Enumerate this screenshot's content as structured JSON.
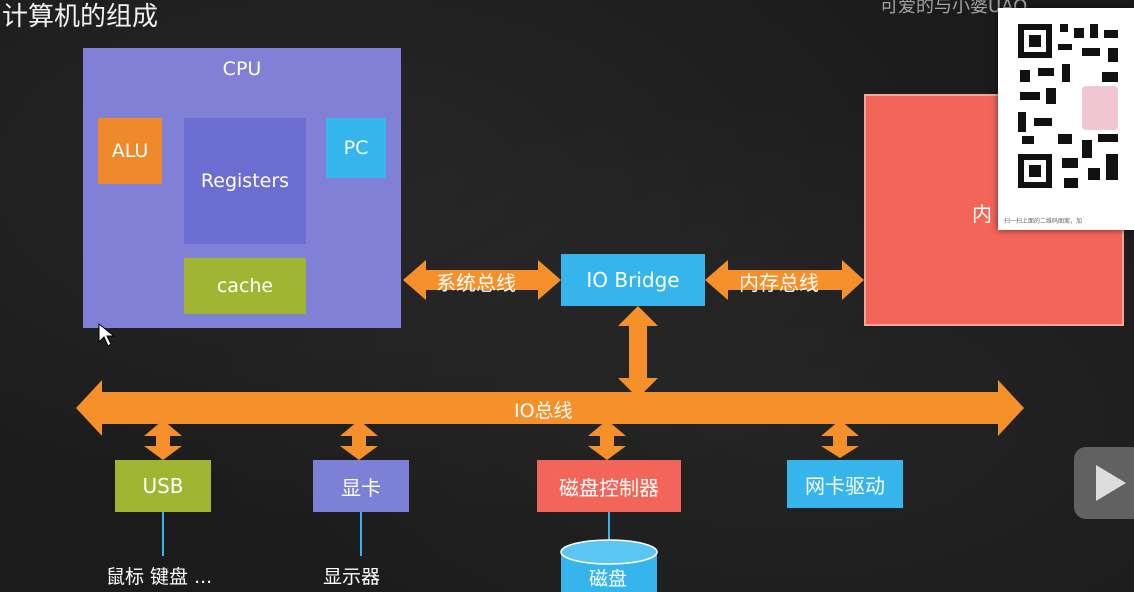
{
  "slide": {
    "title": "计算机的组成",
    "watermark": "可爱的与小婆UAO"
  },
  "cpu": {
    "label": "CPU",
    "alu": "ALU",
    "registers": "Registers",
    "pc": "PC",
    "cache": "cache"
  },
  "memory": {
    "label": "内"
  },
  "io_bridge": "IO Bridge",
  "buses": {
    "system": "系统总线",
    "memory": "内存总线",
    "io": "IO总线"
  },
  "devices": {
    "usb": "USB",
    "gpu": "显卡",
    "disk_controller": "磁盘控制器",
    "nic": "网卡驱动"
  },
  "peripherals": {
    "usb": "鼠标 键盘 ...",
    "gpu": "显示器",
    "disk": "磁盘"
  },
  "qr_panel": {
    "caption": "扫一扫上面的二维码图案，加"
  },
  "colors": {
    "background": "#1c1c1c",
    "cpu": "#8081d6",
    "bus": "#f5902a",
    "memory": "#f26558",
    "blue": "#35b5ec",
    "green": "#a0b532"
  },
  "icons": {
    "play": "play-icon",
    "cursor": "mouse-cursor-icon",
    "qr": "qr-code-icon"
  }
}
